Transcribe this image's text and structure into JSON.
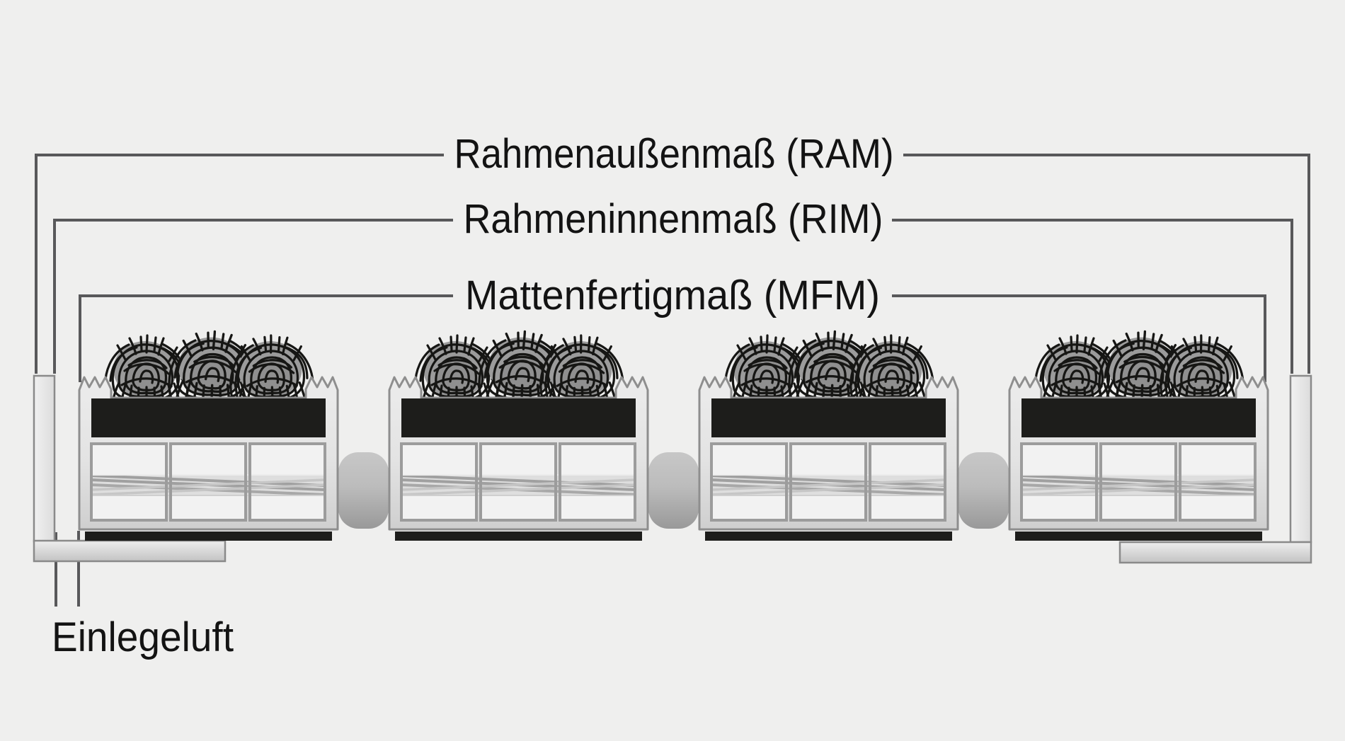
{
  "labels": {
    "ram": "Rahmenaußenmaß (RAM)",
    "rim": "Rahmeninnenmaß (RIM)",
    "mfm": "Mattenfertigmaß (MFM)",
    "einlegeluft": "Einlegeluft"
  },
  "colors": {
    "background": "#efefee",
    "line": "#58585a",
    "text": "#131313",
    "insert_black": "#1d1d1b",
    "tuft_stroke": "#161614",
    "tuft_shadow": "#9b9b9b",
    "module_stroke": "#8e8e8e",
    "chamber_stroke": "#9c9c9c",
    "chamber_fill": "#f2f2f2",
    "connector_gray": "#b0b0b0",
    "frame_stroke": "#8a8a8a",
    "cable_strand": "#a0a0a0"
  },
  "structure": {
    "profile_modules": 4,
    "tuft_bundles_per_module": 3,
    "chambers_per_module": 3,
    "connectors": 3
  }
}
